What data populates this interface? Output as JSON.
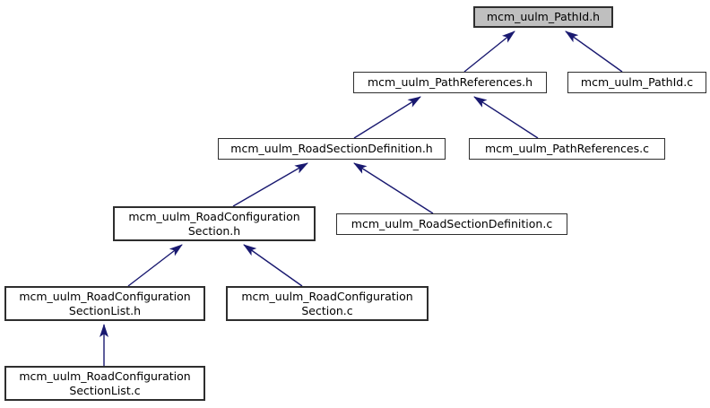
{
  "diagram": {
    "kind": "doxygen-included-by-dependency-graph",
    "colors": {
      "edge": "#191970",
      "node_fill": "#ffffff",
      "highlight_fill": "#bfbfbf",
      "border": "#2e2e2e",
      "text": "#000000"
    },
    "nodes": [
      {
        "id": "pathid-h",
        "lines": [
          "mcm_uulm_PathId.h"
        ],
        "highlighted": true
      },
      {
        "id": "pathrefs-h",
        "lines": [
          "mcm_uulm_PathReferences.h"
        ],
        "highlighted": false
      },
      {
        "id": "pathid-c",
        "lines": [
          "mcm_uulm_PathId.c"
        ],
        "highlighted": false
      },
      {
        "id": "roadsecdef-h",
        "lines": [
          "mcm_uulm_RoadSectionDefinition.h"
        ],
        "highlighted": false
      },
      {
        "id": "pathrefs-c",
        "lines": [
          "mcm_uulm_PathReferences.c"
        ],
        "highlighted": false
      },
      {
        "id": "roadconfsec-h",
        "lines": [
          "mcm_uulm_RoadConfiguration",
          "Section.h"
        ],
        "highlighted": false
      },
      {
        "id": "roadsecdef-c",
        "lines": [
          "mcm_uulm_RoadSectionDefinition.c"
        ],
        "highlighted": false
      },
      {
        "id": "roadconflist-h",
        "lines": [
          "mcm_uulm_RoadConfiguration",
          "SectionList.h"
        ],
        "highlighted": false
      },
      {
        "id": "roadconfsec-c",
        "lines": [
          "mcm_uulm_RoadConfiguration",
          "Section.c"
        ],
        "highlighted": false
      },
      {
        "id": "roadconflist-c",
        "lines": [
          "mcm_uulm_RoadConfiguration",
          "SectionList.c"
        ],
        "highlighted": false
      }
    ],
    "edges": [
      {
        "from": "mcm_uulm_PathReferences.h",
        "to": "mcm_uulm_PathId.h"
      },
      {
        "from": "mcm_uulm_PathId.c",
        "to": "mcm_uulm_PathId.h"
      },
      {
        "from": "mcm_uulm_RoadSectionDefinition.h",
        "to": "mcm_uulm_PathReferences.h"
      },
      {
        "from": "mcm_uulm_PathReferences.c",
        "to": "mcm_uulm_PathReferences.h"
      },
      {
        "from": "mcm_uulm_RoadConfigurationSection.h",
        "to": "mcm_uulm_RoadSectionDefinition.h"
      },
      {
        "from": "mcm_uulm_RoadSectionDefinition.c",
        "to": "mcm_uulm_RoadSectionDefinition.h"
      },
      {
        "from": "mcm_uulm_RoadConfigurationSectionList.h",
        "to": "mcm_uulm_RoadConfigurationSection.h"
      },
      {
        "from": "mcm_uulm_RoadConfigurationSection.c",
        "to": "mcm_uulm_RoadConfigurationSection.h"
      },
      {
        "from": "mcm_uulm_RoadConfigurationSectionList.c",
        "to": "mcm_uulm_RoadConfigurationSectionList.h"
      }
    ]
  }
}
